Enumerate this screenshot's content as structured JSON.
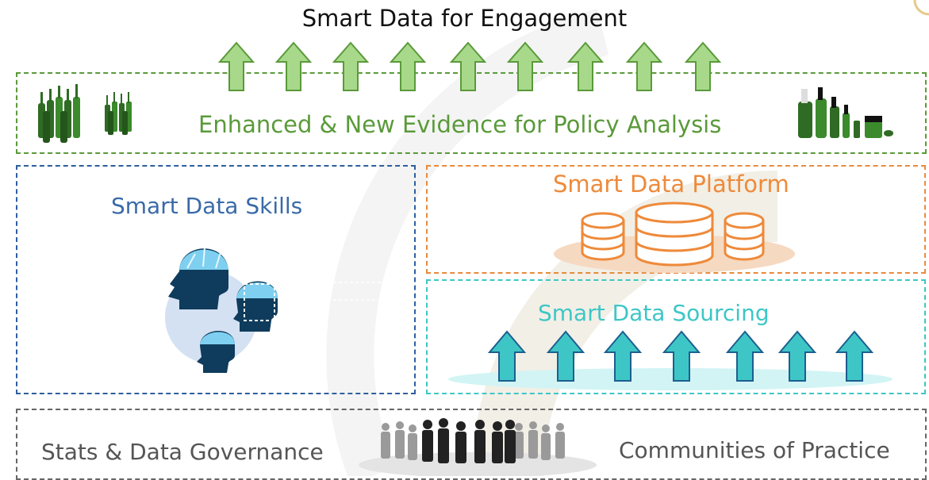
{
  "title": "Smart Data for Engagement",
  "evidence": {
    "label": "Enhanced & New Evidence for Policy Analysis"
  },
  "skills": {
    "label": "Smart Data Skills"
  },
  "platform": {
    "label": "Smart Data Platform"
  },
  "sourcing": {
    "label": "Smart Data Sourcing"
  },
  "governance": {
    "label": "Stats & Data Governance"
  },
  "communities": {
    "label": "Communities of Practice"
  },
  "icons": {
    "top_arrows": "green-up-arrow-icon",
    "bottles": "green-bottle-icon",
    "heads": "brain-head-icon",
    "database": "database-cylinder-icon",
    "source_arrows": "teal-up-arrow-icon",
    "people": "crowd-silhouette-icon"
  },
  "colors": {
    "evidence": "#5a9a3a",
    "skills": "#2e5f9e",
    "platform": "#ee8a3a",
    "sourcing": "#3ec6c6",
    "governance": "#666666"
  }
}
